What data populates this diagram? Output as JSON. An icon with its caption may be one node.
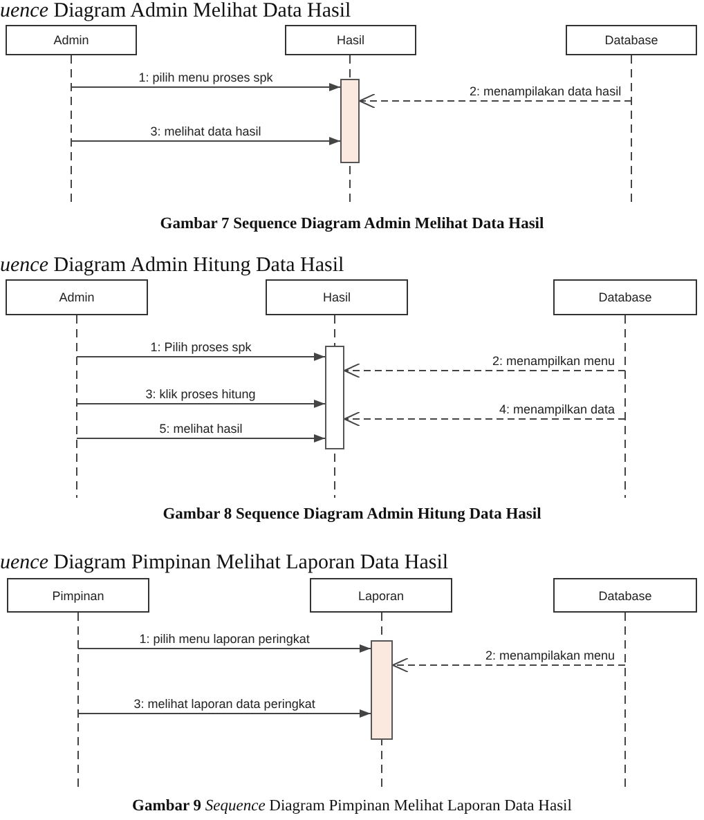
{
  "diagram": {
    "nodes": [
      {
        "text": [
          "Admin"
        ]
      },
      {
        "text": [
          "Hasil"
        ]
      },
      {
        "text": [
          "Database"
        ]
      },
      {
        "text": [],
        "shape": "bar"
      },
      {
        "text": [
          "Admin"
        ]
      },
      {
        "text": [
          "Hasil"
        ]
      },
      {
        "text": [
          "Database"
        ]
      },
      {
        "text": [],
        "shape": "bar"
      },
      {
        "text": [
          "Pimpinan"
        ]
      },
      {
        "text": [
          "Laporan"
        ]
      },
      {
        "text": [
          "Database"
        ]
      },
      {
        "text": [],
        "shape": "bar"
      }
    ],
    "edges": [
      {
        "from": 0,
        "to": 3,
        "arrow": "to",
        "label": "1: pilih menu proses spk"
      },
      {
        "from": 2,
        "to": 3,
        "arrow": "to",
        "label": "2: menampilakan data hasil",
        "style": "dashed"
      },
      {
        "from": 0,
        "to": 3,
        "arrow": "to",
        "label": "3: melihat data hasil"
      },
      {
        "from": 4,
        "to": 7,
        "arrow": "to",
        "label": "1: Pilih proses spk"
      },
      {
        "from": 6,
        "to": 7,
        "arrow": "to",
        "label": "2: menampilkan menu",
        "style": "dashed"
      },
      {
        "from": 4,
        "to": 7,
        "arrow": "to",
        "label": "3: klik proses hitung"
      },
      {
        "from": 6,
        "to": 7,
        "arrow": "to",
        "label": "4: menampilkan data",
        "style": "dashed"
      },
      {
        "from": 4,
        "to": 7,
        "arrow": "to",
        "label": "5: melihat hasil"
      },
      {
        "from": 8,
        "to": 11,
        "arrow": "to",
        "label": "1: pilih menu laporan peringkat"
      },
      {
        "from": 10,
        "to": 11,
        "arrow": "to",
        "label": "2: menampilakan menu",
        "style": "dashed"
      },
      {
        "from": 8,
        "to": 11,
        "arrow": "to",
        "label": "3: melihat laporan data peringkat"
      }
    ],
    "labels": [
      "*uence* Diagram Admin Melihat Data Hasil",
      "Gambar 7 Sequence Diagram Admin Melihat Data Hasil",
      "*uence* Diagram Admin Hitung Data Hasil",
      "Gambar 8 Sequence Diagram Admin Hitung Data Hasil",
      "*uence* Diagram Pimpinan Melihat Laporan Data Hasil",
      "**Gambar 9** *Sequence* Diagram Pimpinan Melihat Laporan Data Hasil"
    ]
  }
}
